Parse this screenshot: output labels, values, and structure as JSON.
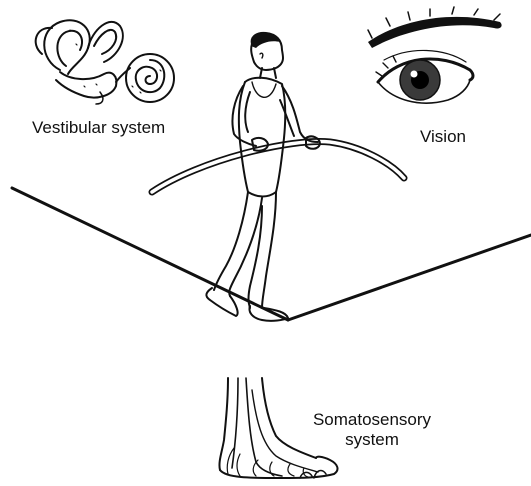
{
  "labels": {
    "vestibular": "Vestibular system",
    "vision": "Vision",
    "somatosensory_line1": "Somatosensory",
    "somatosensory_line2": "system"
  },
  "colors": {
    "ink": "#111111",
    "background": "#ffffff",
    "iris": "#3a3a3a"
  },
  "icons": [
    "inner-ear-icon",
    "eye-icon",
    "tightrope-walker-figure",
    "foot-nerves-icon"
  ]
}
